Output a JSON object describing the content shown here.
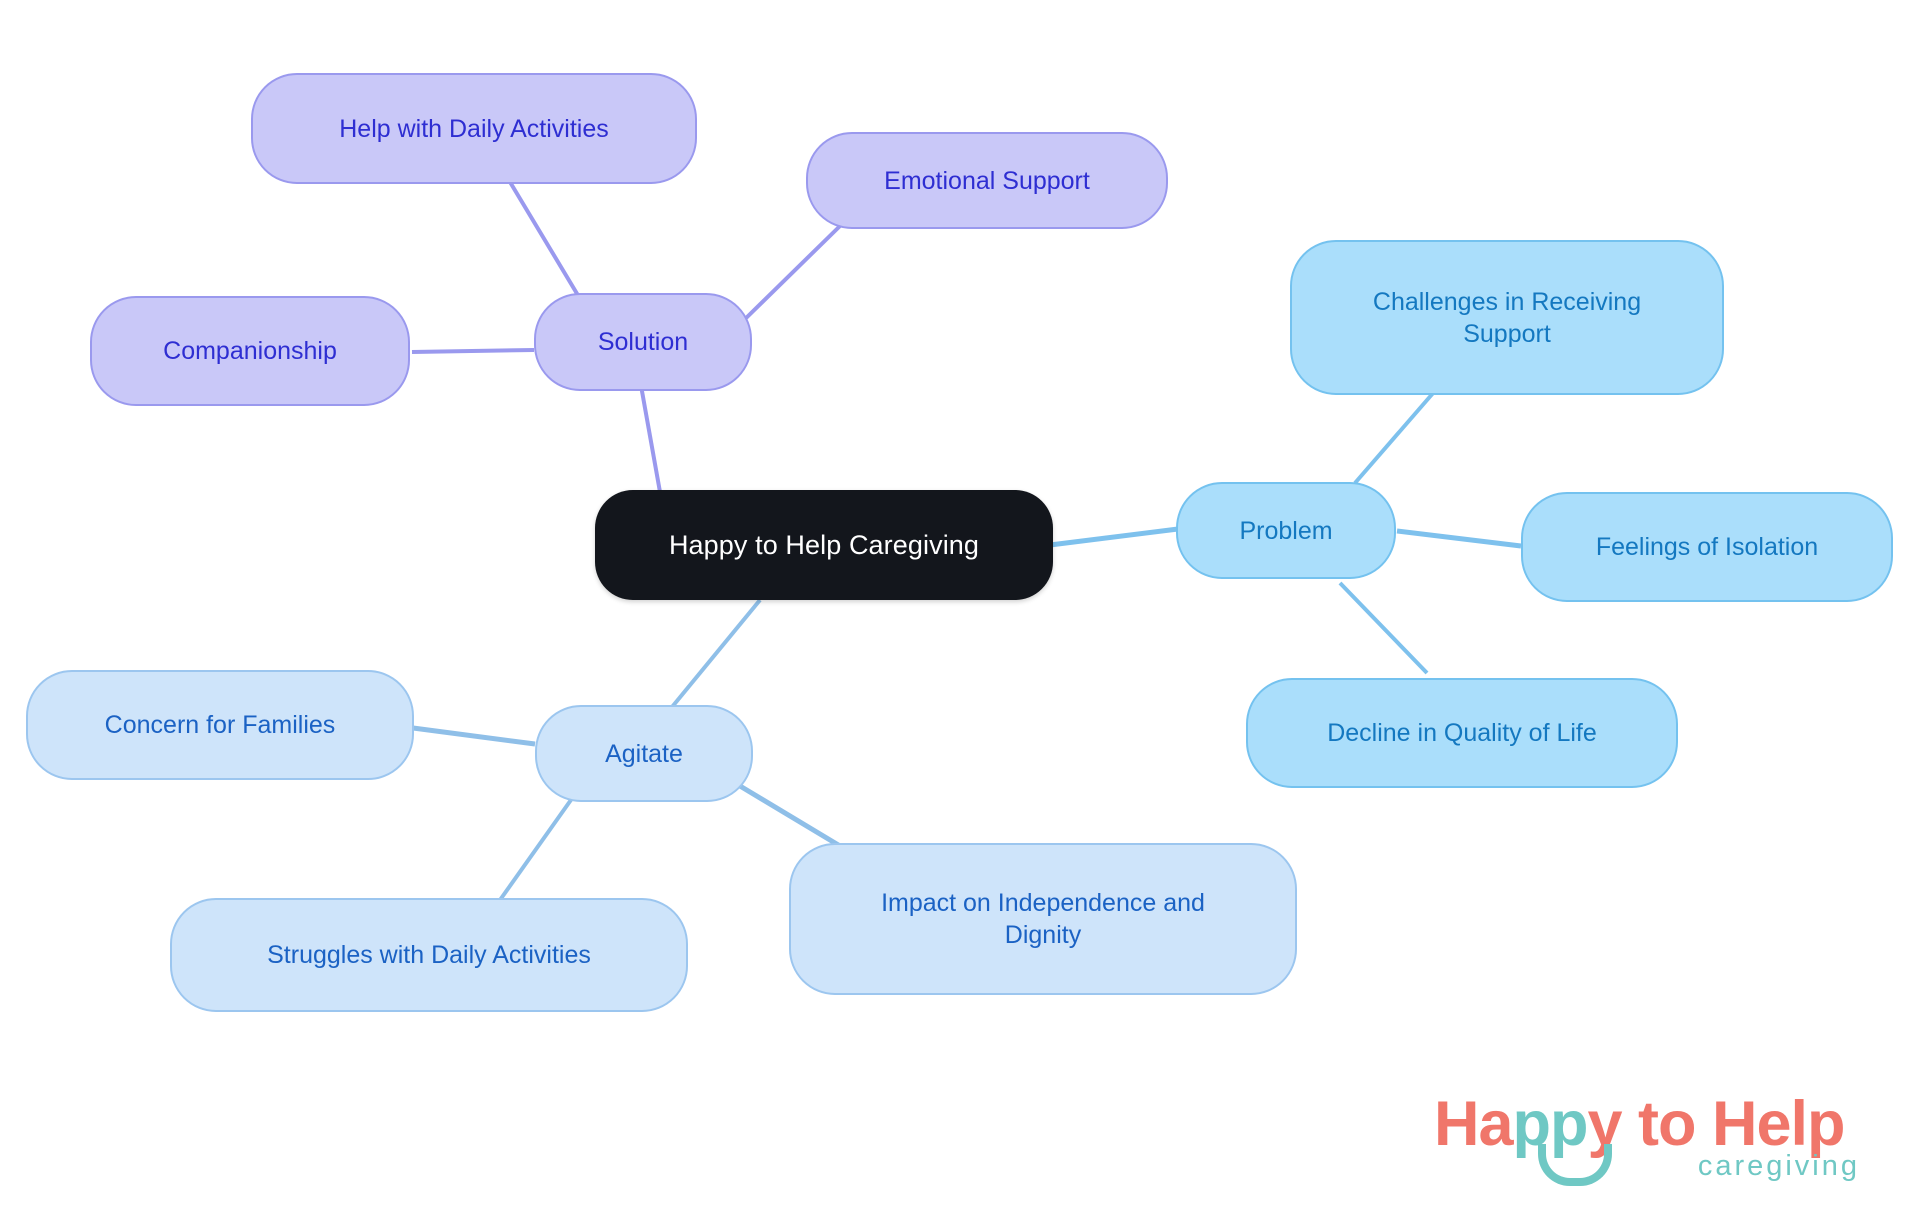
{
  "diagram": {
    "type": "mind-map",
    "background_color": "#ffffff",
    "root": {
      "id": "root",
      "label": "Happy to Help Caregiving",
      "fill": "#13161c",
      "text_color": "#ffffff"
    },
    "branches": [
      {
        "id": "solution",
        "label": "Solution",
        "fill": "#c9c8f8",
        "border": "#9a99ee",
        "text_color": "#2e2ed2",
        "edge_color": "#9a99ee",
        "children": [
          {
            "id": "help-daily-activities",
            "label": "Help with Daily Activities"
          },
          {
            "id": "emotional-support",
            "label": "Emotional Support"
          },
          {
            "id": "companionship",
            "label": "Companionship"
          }
        ]
      },
      {
        "id": "problem",
        "label": "Problem",
        "fill": "#aadefb",
        "border": "#74c2ef",
        "text_color": "#1478c0",
        "edge_color": "#7ec1ed",
        "children": [
          {
            "id": "challenges-receiving-support",
            "label": "Challenges in Receiving\nSupport"
          },
          {
            "id": "feelings-of-isolation",
            "label": "Feelings of Isolation"
          },
          {
            "id": "decline-quality-of-life",
            "label": "Decline in Quality of Life"
          }
        ]
      },
      {
        "id": "agitate",
        "label": "Agitate",
        "fill": "#cee4fa",
        "border": "#9cc6ef",
        "text_color": "#1b62c4",
        "edge_color": "#8fbfe8",
        "children": [
          {
            "id": "concern-for-families",
            "label": "Concern for Families"
          },
          {
            "id": "struggles-daily-activities",
            "label": "Struggles with Daily Activities"
          },
          {
            "id": "impact-independence-dignity",
            "label": "Impact on Independence and\nDignity"
          }
        ]
      }
    ]
  },
  "logo": {
    "word_part1": "Ha",
    "word_part2": "pp",
    "word_part3": "y to Help",
    "subtitle": "caregiving",
    "primary_color": "#f0766a",
    "accent_color": "#6fc8c4"
  }
}
